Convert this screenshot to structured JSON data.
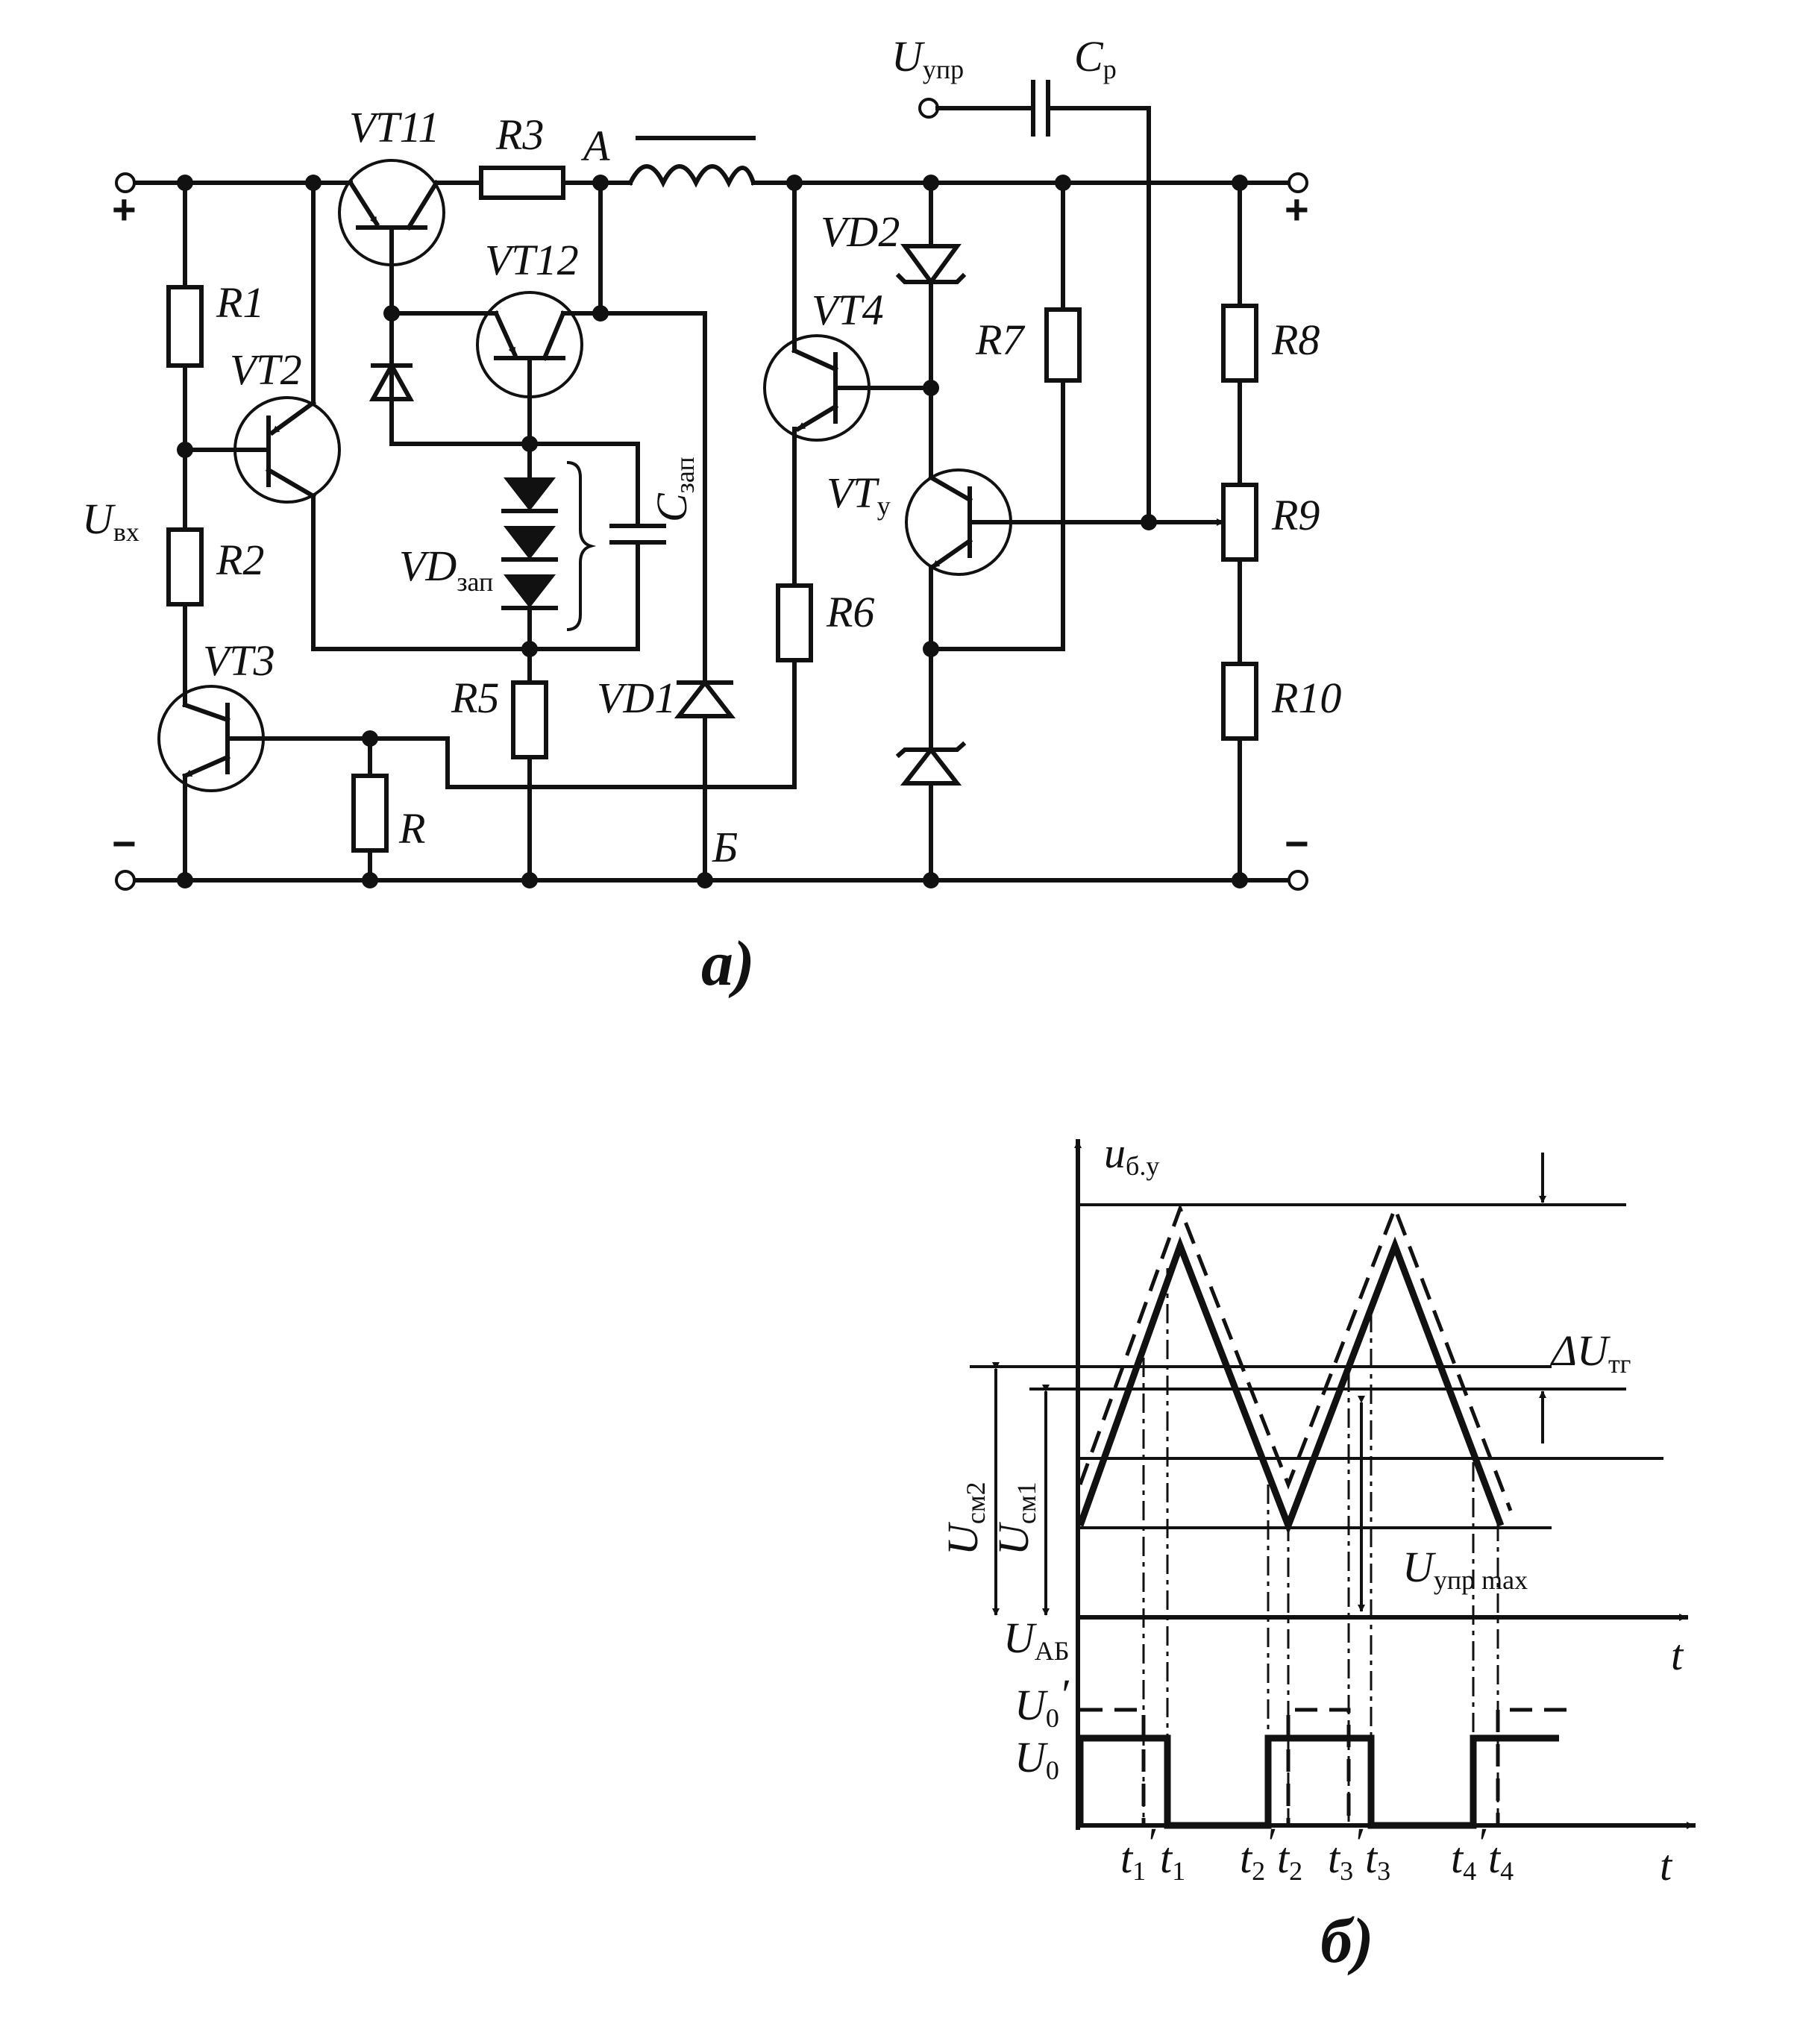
{
  "captions": {
    "a": "а)",
    "b": "б)"
  },
  "terminals": {
    "plus": "+",
    "minus": "−"
  },
  "circuit": {
    "U": "U",
    "U_vx_sub": "вх",
    "U_upr_sub": "упр",
    "C": "C",
    "Cp_sub": "р",
    "Czap_sub": "зап",
    "VD": "VD",
    "VDzap_sub": "зап",
    "VT": "VT",
    "VTy_sub": "у",
    "VT11": "VT11",
    "VT12": "VT12",
    "VT2": "VT2",
    "VT3": "VT3",
    "VT4": "VT4",
    "VD1": "VD1",
    "VD2": "VD2",
    "R": "R",
    "R1": "R1",
    "R2": "R2",
    "R3": "R3",
    "R5": "R5",
    "R6": "R6",
    "R7": "R7",
    "R8": "R8",
    "R9": "R9",
    "R10": "R10",
    "A": "A",
    "B": "Б"
  },
  "timing": {
    "u": "u",
    "u_sub": "б.у",
    "U": "U",
    "t": "t",
    "dU": "ΔU",
    "dU_sub": "тг",
    "Usm1_sub": "см1",
    "Usm2_sub": "см2",
    "Uupr_sub": "упр max",
    "UAB_sub": "АБ",
    "U0_sub": "0",
    "prime": "′",
    "t_labels": [
      "t",
      "t",
      "t",
      "t",
      "t",
      "t",
      "t",
      "t"
    ],
    "t_subs": [
      "1",
      "1",
      "2",
      "2",
      "3",
      "3",
      "4",
      "4"
    ]
  }
}
